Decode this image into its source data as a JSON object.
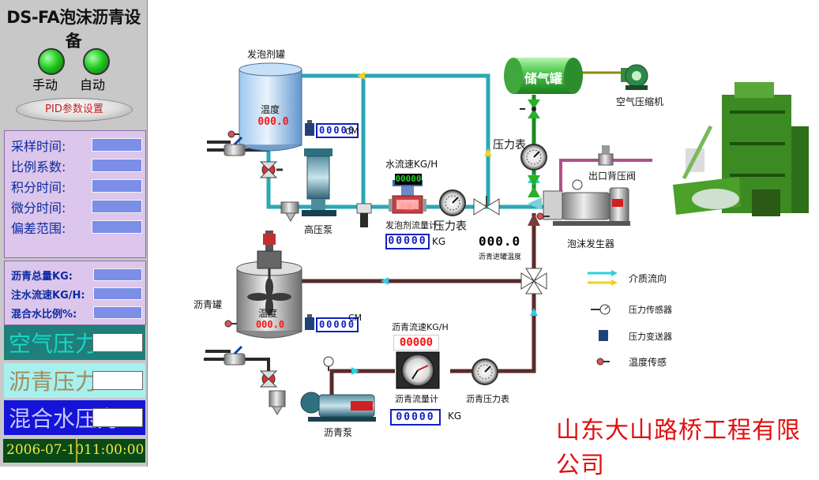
{
  "app_title": "DS-FA泡沫沥青设备",
  "mode": {
    "manual_label": "手动",
    "auto_label": "自动"
  },
  "pid_button": "PID参数设置",
  "pid_params": [
    {
      "label": "采样时间:"
    },
    {
      "label": "比例系数:"
    },
    {
      "label": "积分时间:"
    },
    {
      "label": "微分时间:"
    },
    {
      "label": "偏差范围:"
    }
  ],
  "stats": [
    {
      "label": "沥青总量KG:"
    },
    {
      "label": "注水流速KG/H:"
    },
    {
      "label": "混合水比例%:"
    }
  ],
  "pressures": {
    "air": "空气压力",
    "asphalt": "沥青压力",
    "mix_water": "混合水压力"
  },
  "clock": {
    "date": "2006-07-10",
    "time": "11:00:00"
  },
  "diagram": {
    "foam_tank": "发泡剂罐",
    "temp_label": "温度",
    "foam_temp_value": "000.0",
    "foam_level_value": "00000",
    "cm_unit": "CM",
    "hp_pump": "高压泵",
    "water_flow_label": "水流速KG/H",
    "water_flow_value": "00000",
    "foam_flowmeter": "发泡剂流量计",
    "foam_flowmeter_display": "流量计",
    "foam_total_value": "00000",
    "kg_unit": "KG",
    "pressure_gauge": "压力表",
    "pressure_gauge_2": "压力表",
    "gas_tank": "储气罐",
    "air_compressor": "空气压缩机",
    "outlet_valve": "出口背压阀",
    "foam_generator": "泡沫发生器",
    "asphalt_inlet_temp_value": "000.0",
    "asphalt_inlet_temp_label": "沥青进罐温度",
    "asphalt_tank": "沥青罐",
    "asphalt_temp_label": "温度",
    "asphalt_temp_value": "000.0",
    "asphalt_level_value": "00000",
    "asphalt_flow_label": "沥青流速KG/H",
    "asphalt_flow_value": "00000",
    "asphalt_flowmeter": "沥青流量计",
    "asphalt_pressure_gauge": "沥青压力表",
    "asphalt_total_value": "00000",
    "asphalt_pump": "沥青泵"
  },
  "legend": {
    "flow": "介质流向",
    "pressure_sensor": "压力传感器",
    "pressure_transmitter": "压力变送器",
    "temp_sensor": "温度传感"
  },
  "company": "山东大山路桥工程有限公司",
  "colors": {
    "water_pipe": "#2aa8b4",
    "asphalt_pipe": "#5a2a2a",
    "air_pipe": "#1d8a1d",
    "digits_red": "#ff3030",
    "digits_blue": "#1020c0",
    "company_red": "#e01010"
  }
}
